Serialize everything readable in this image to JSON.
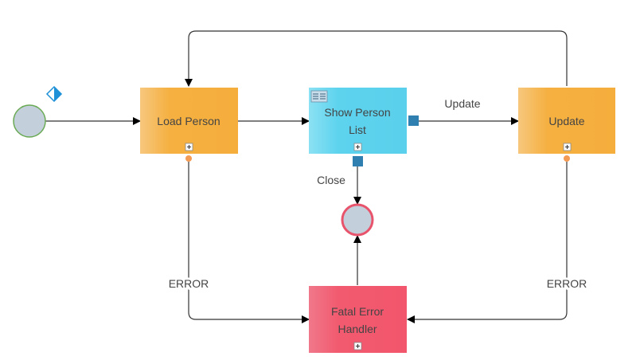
{
  "nodes": {
    "load_person": {
      "label": "Load Person"
    },
    "show_person_list": {
      "line1": "Show Person",
      "line2": "List"
    },
    "update": {
      "label": "Update"
    },
    "fatal_error_handler": {
      "line1": "Fatal Error",
      "line2": "Handler"
    }
  },
  "edges": {
    "update_label": "Update",
    "close_label": "Close",
    "error_left_label": "ERROR",
    "error_right_label": "ERROR"
  },
  "icons": {
    "start_event": "start-event-circle",
    "end_event": "end-event-circle",
    "subprocess_marker": "plus-icon",
    "list_marker": "list-icon",
    "diamond_marker": "diamond-icon"
  },
  "colors": {
    "orange_task": "#F5B041",
    "cyan_task": "#5BD3EE",
    "red_task": "#F2576D",
    "start_fill": "#C4CFDC",
    "start_stroke": "#6AAA55",
    "end_stroke": "#E8546B",
    "port": "#2F7FB0"
  }
}
